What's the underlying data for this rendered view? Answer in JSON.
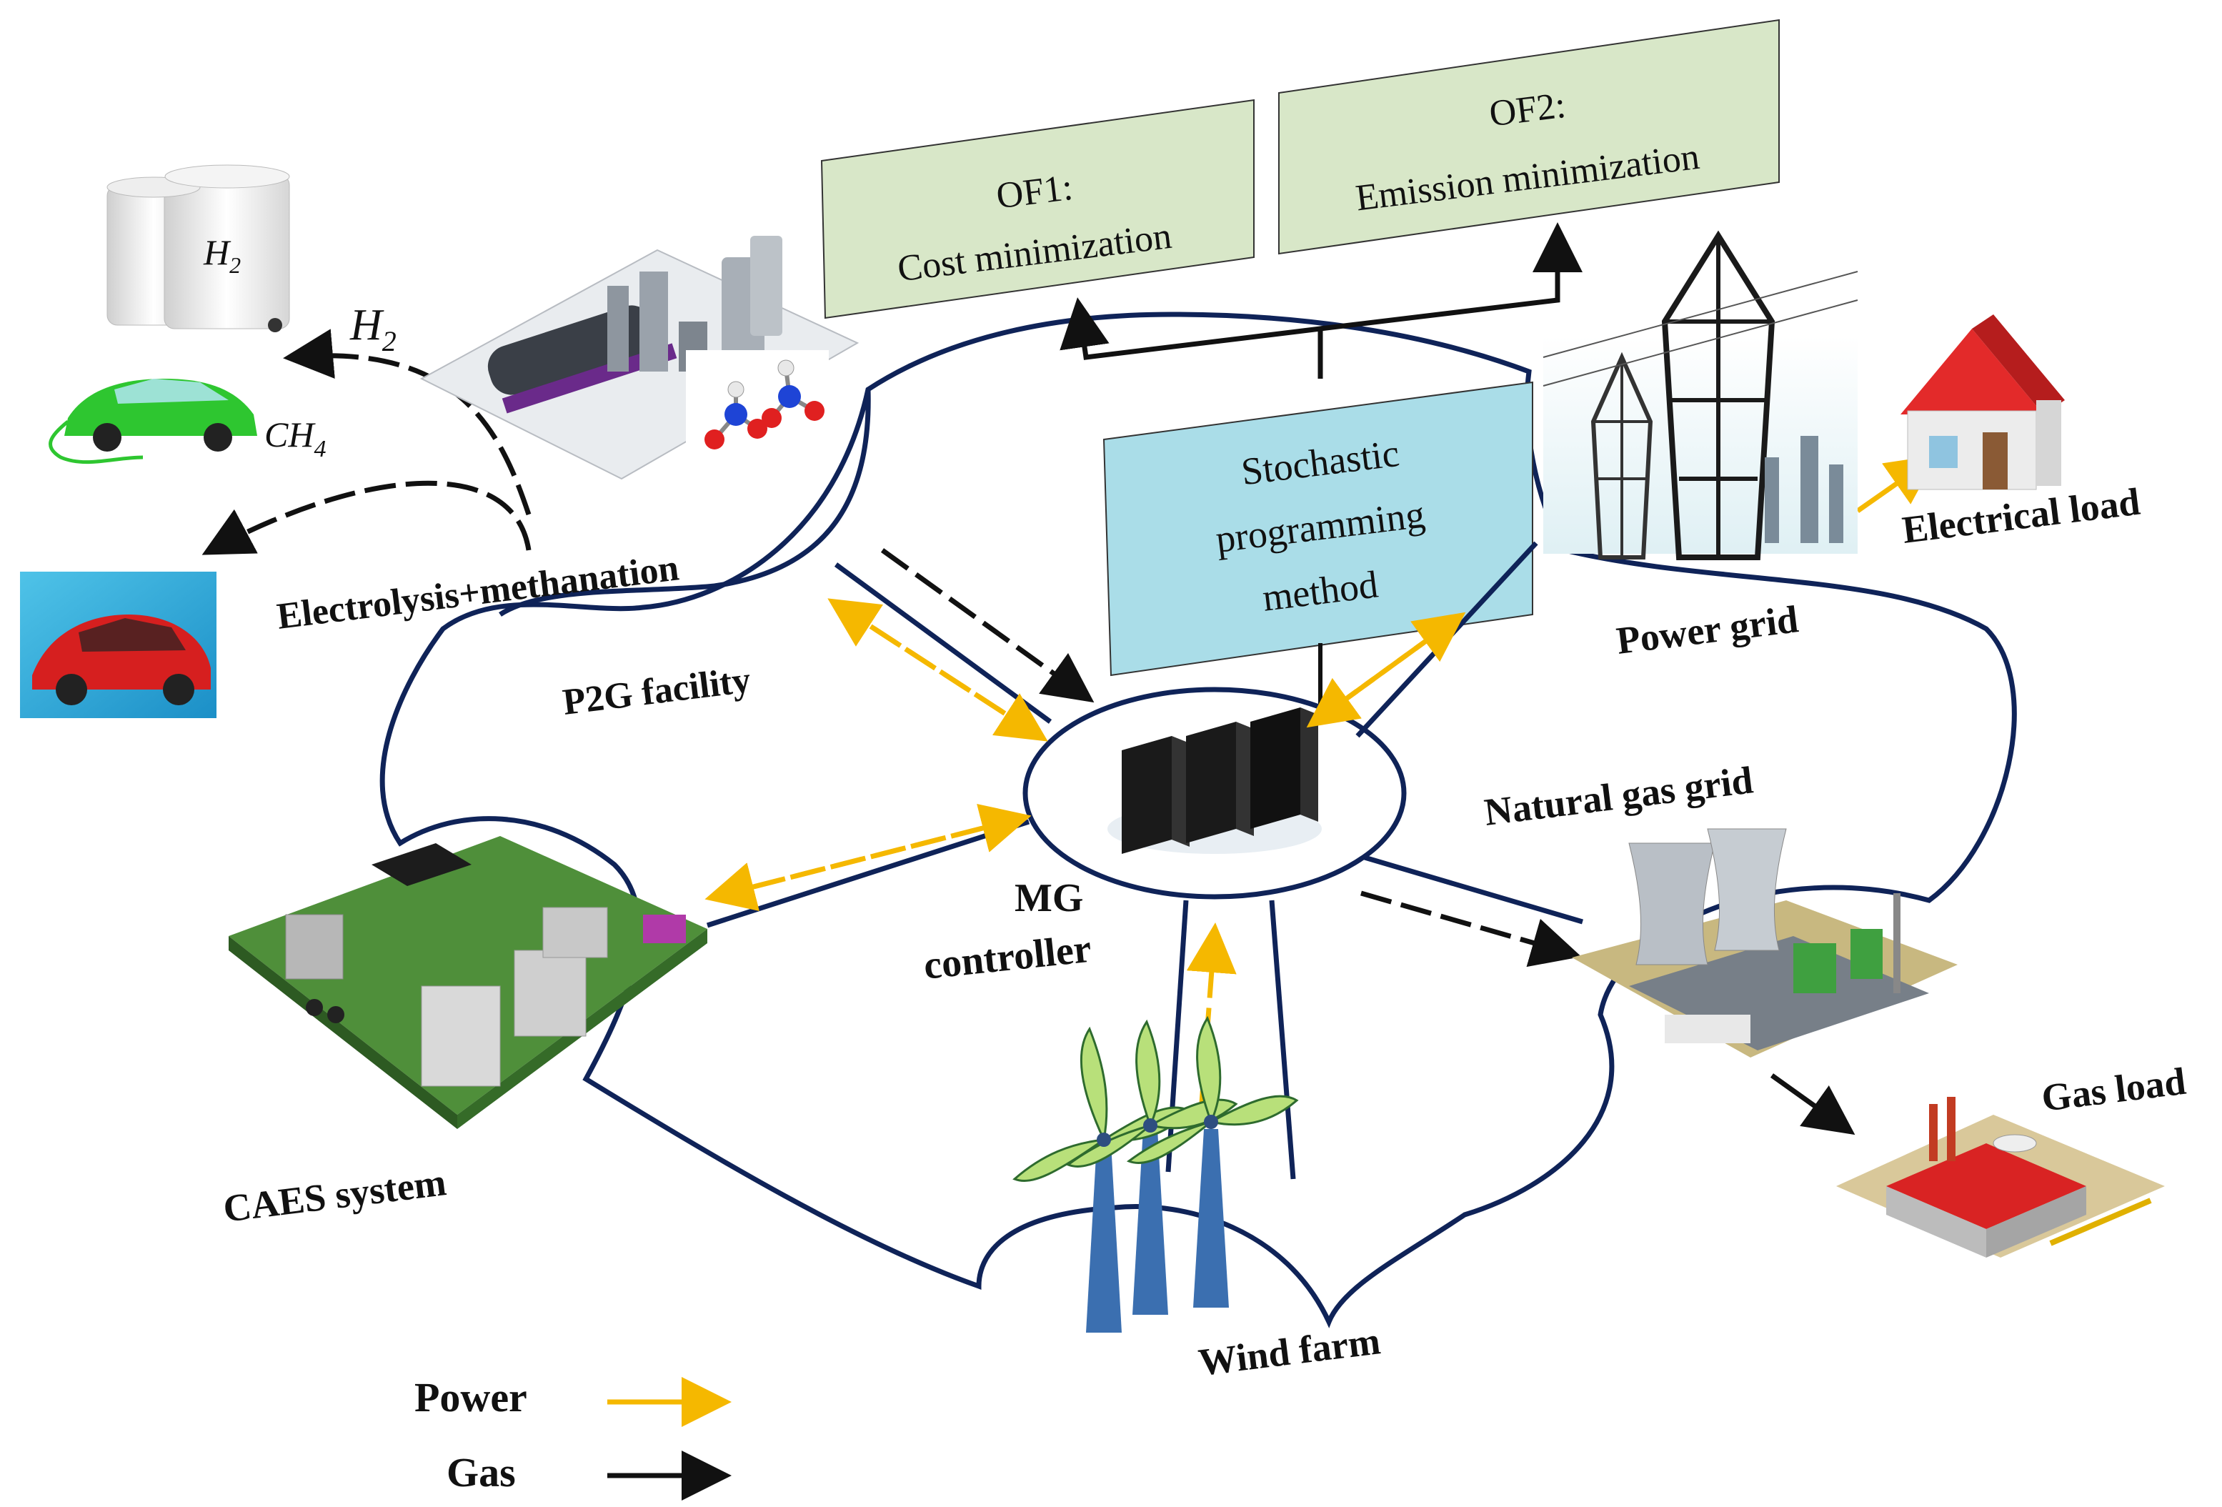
{
  "objectives": {
    "of1_line1": "OF1:",
    "of1_line2": "Cost minimization",
    "of2_line1": "OF2:",
    "of2_line2": "Emission minimization"
  },
  "method": {
    "line1": "Stochastic",
    "line2": "programming",
    "line3": "method"
  },
  "nodes": {
    "p2g_process": "Electrolysis+methanation",
    "p2g_facility": "P2G facility",
    "power_grid": "Power grid",
    "electrical_load": "Electrical load",
    "natural_gas_grid": "Natural gas grid",
    "gas_load": "Gas load",
    "wind_farm": "Wind farm",
    "caes_system": "CAES system",
    "mg_line1": "MG",
    "mg_line2": "controller"
  },
  "products": {
    "h2_tank_base": "H",
    "h2_tank_sub": "2",
    "h2_flow_base": "H",
    "h2_flow_sub": "2",
    "ch4_flow_base": "CH",
    "ch4_flow_sub": "4"
  },
  "legend": {
    "power": "Power",
    "gas": "Gas"
  },
  "colors": {
    "power": "#f5b800",
    "gas": "#111111",
    "outline": "#0f2358",
    "objective_fill": "#d8e7c8",
    "method_fill": "#aadde8"
  }
}
